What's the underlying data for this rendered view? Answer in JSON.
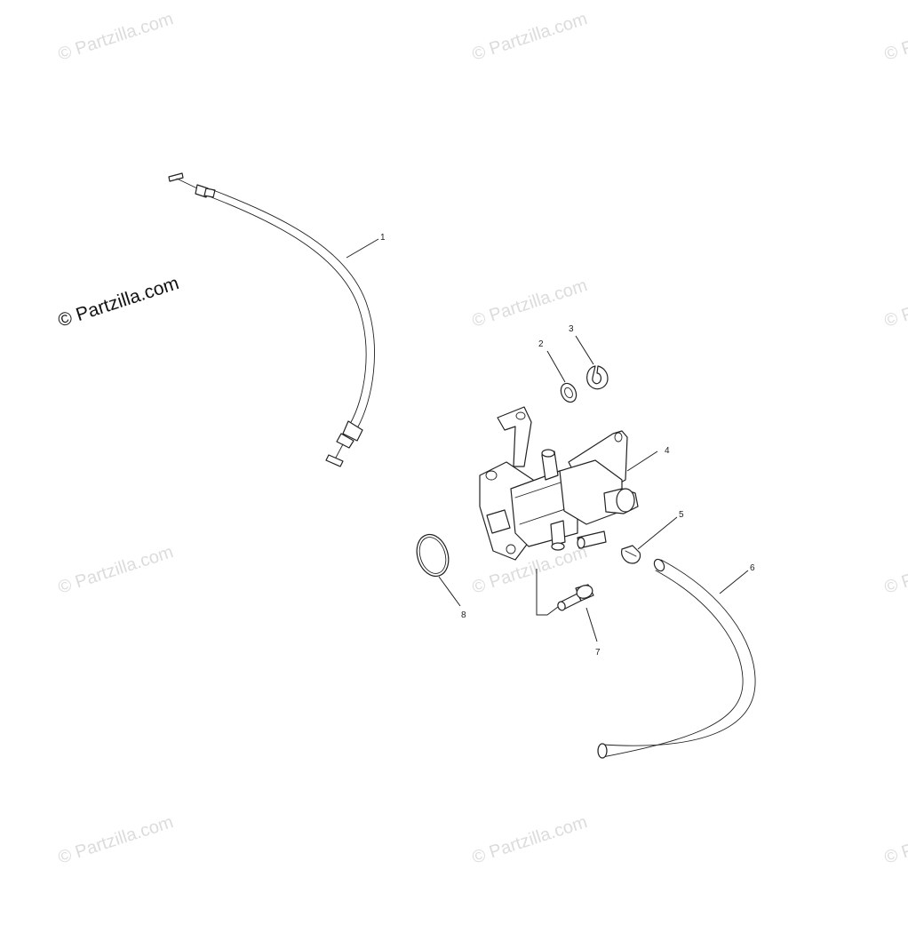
{
  "watermark": {
    "text": "© Partzilla.com",
    "prominent_text": "© Partzilla.com"
  },
  "callouts": [
    "1",
    "2",
    "3",
    "4",
    "5",
    "6",
    "7",
    "8"
  ],
  "colors": {
    "line": "#222222",
    "watermark": "#dcdcdc",
    "background": "#ffffff"
  }
}
